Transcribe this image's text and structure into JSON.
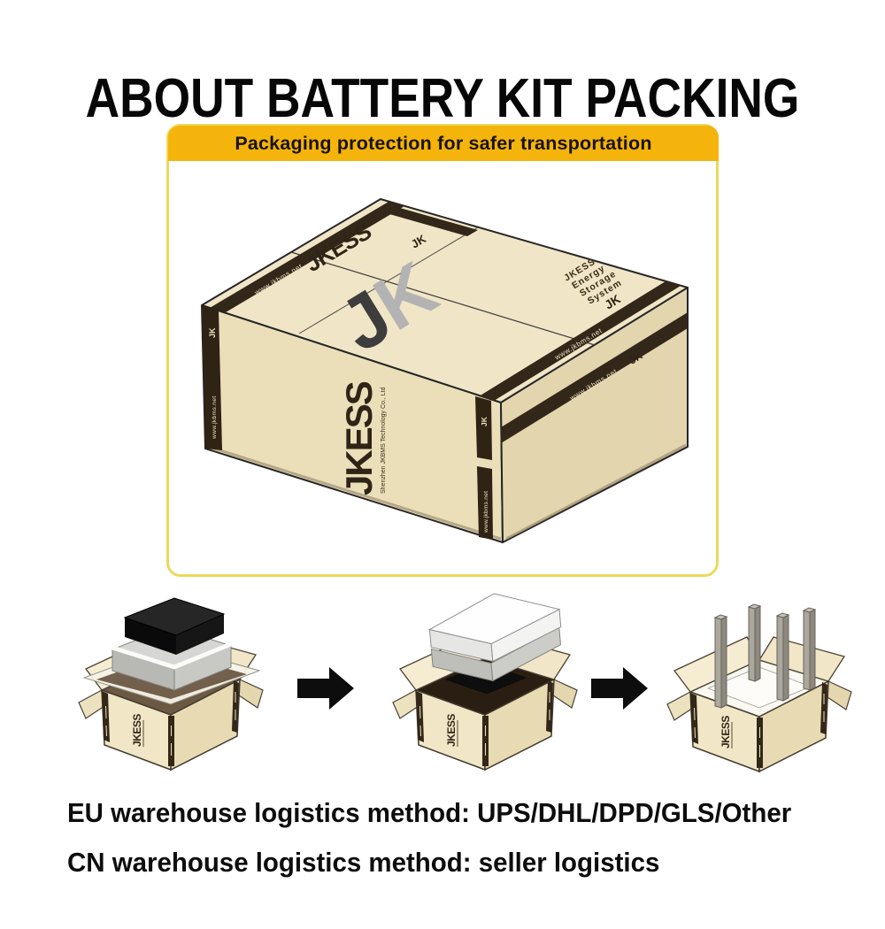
{
  "title": "ABOUT BATTERY KIT PACKING",
  "banner": {
    "label": "Packaging protection for safer transportation"
  },
  "brand": {
    "jk": "JK",
    "jk_j": "J",
    "jk_k": "K",
    "jkess": "JKESS",
    "website": "www.jkbms.net",
    "company": "Shenzhen JKBMS Technology Co., Ltd",
    "top_label_lines": [
      "JKESS",
      "Energy",
      "Storage",
      "System"
    ]
  },
  "footer": {
    "eu_line": "EU warehouse logistics method: UPS/DHL/DPD/GLS/Other",
    "cn_line": "CN warehouse logistics method: seller logistics"
  },
  "colors": {
    "banner_bg": "#F4B40B",
    "panel_border": "#EBD95B",
    "carton_cream": "#F0E5C6",
    "tape_dark": "#332718",
    "jk_gray": "#B3B3B3",
    "foam_gray": "#C9C9C9"
  }
}
